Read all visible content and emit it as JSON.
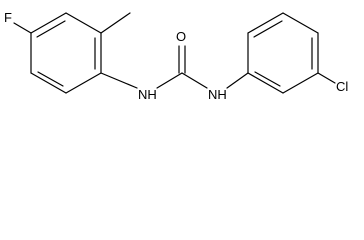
{
  "molecule": {
    "atom_labels": {
      "fluorine": "F",
      "oxygen": "O",
      "nitrogen_left": "NH",
      "nitrogen_right": "NH",
      "chlorine": "Cl"
    }
  },
  "colors": {
    "bond": "#000000",
    "label": "#000000",
    "background": "#ffffff"
  }
}
